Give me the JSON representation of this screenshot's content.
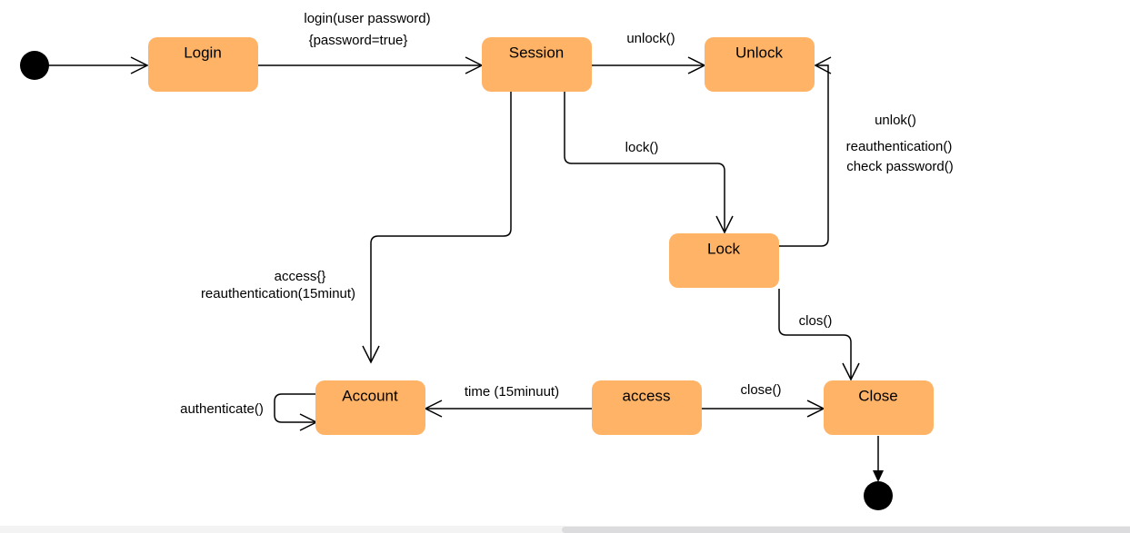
{
  "colors": {
    "state_fill": "#FFB366",
    "stroke": "#000000",
    "background": "#FFFFFF"
  },
  "states": {
    "login": "Login",
    "session": "Session",
    "unlock": "Unlock",
    "lock": "Lock",
    "account": "Account",
    "access": "access",
    "close": "Close"
  },
  "transitions": {
    "login_to_session": [
      "login(user password)",
      "{password=true}"
    ],
    "session_to_unlock": [
      "unlock()"
    ],
    "session_to_lock": [
      "lock()"
    ],
    "lock_to_unlock": [
      "unlok()",
      "reauthentication()",
      "check password()"
    ],
    "session_to_account": [
      "access{}",
      "reauthentication(15minut)"
    ],
    "lock_to_close": [
      "clos()"
    ],
    "access_to_account": [
      "time (15minuut)"
    ],
    "access_to_close": [
      "close()"
    ],
    "account_self": [
      "authenticate()"
    ]
  }
}
